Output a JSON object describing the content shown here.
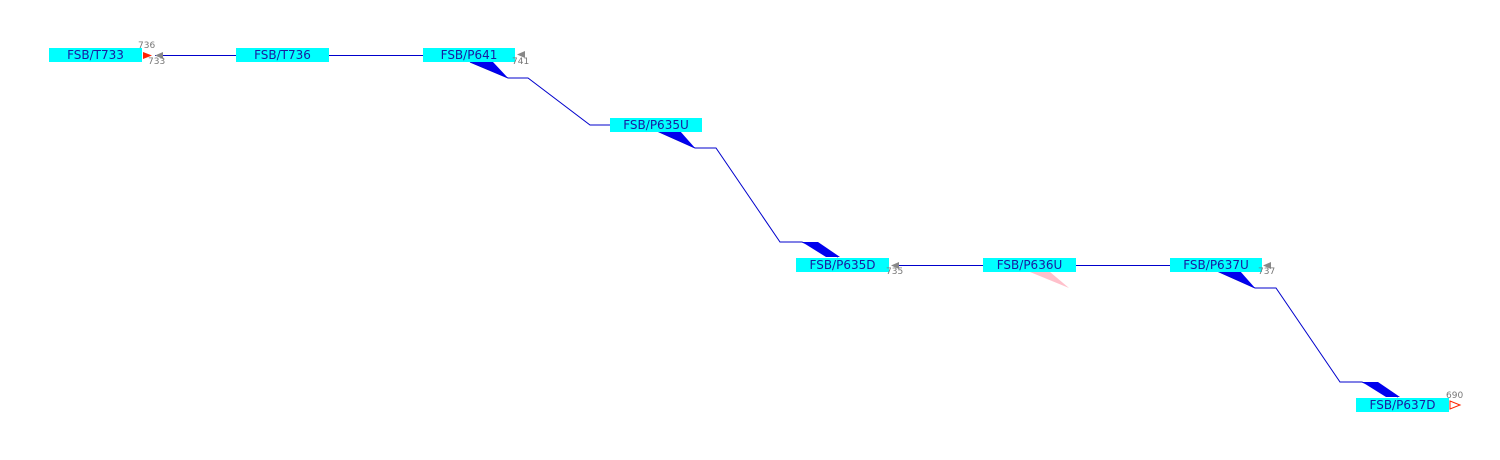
{
  "colors": {
    "node_fill": "#00ffff",
    "node_text": "#1a1aa0",
    "link": "#0000cc",
    "link_wedge": "#0000ee",
    "faded_wedge": "#ffc0cb",
    "marker_grey": "#888888",
    "marker_red": "#ff2200",
    "number_text": "#777777"
  },
  "nodes": {
    "t733": "FSB/T733",
    "t736": "FSB/T736",
    "p641": "FSB/P641",
    "p635u": "FSB/P635U",
    "p635d": "FSB/P635D",
    "p636u": "FSB/P636U",
    "p637u": "FSB/P637U",
    "p637d": "FSB/P637D"
  },
  "numbers": {
    "n736": "736",
    "n733": "733",
    "n741": "741",
    "n735": "735",
    "n737": "737",
    "n690": "690"
  },
  "markers": {
    "t733_end": "red-filled-arrow",
    "p641_end": "grey-arrow",
    "p635d_end": "grey-arrow",
    "p637u_end": "grey-arrow",
    "p637d_end": "red-outline-arrow"
  }
}
